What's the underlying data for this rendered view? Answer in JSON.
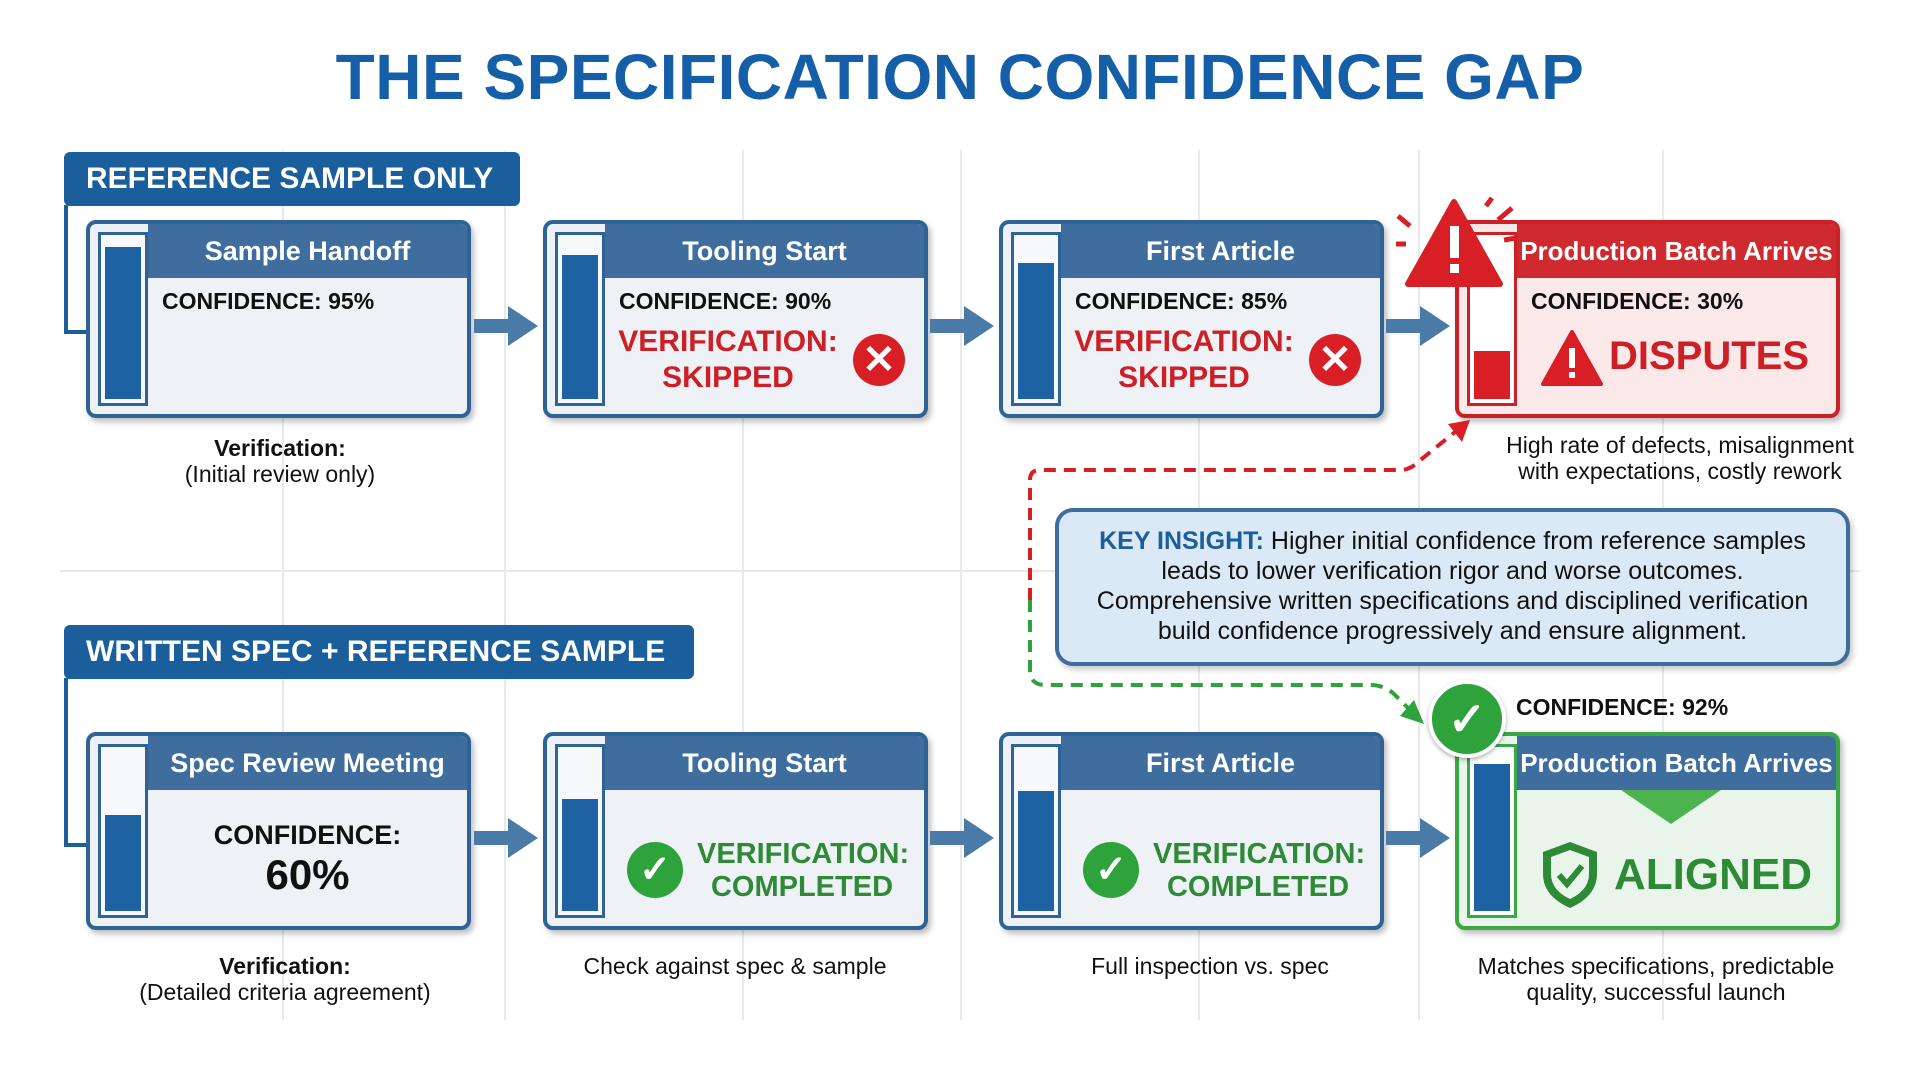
{
  "title": "THE SPECIFICATION CONFIDENCE GAP",
  "colors": {
    "blue": "#1a5e9c",
    "red": "#d81f26",
    "green": "#2ea33b"
  },
  "top_row": {
    "label": "REFERENCE SAMPLE ONLY",
    "cards": [
      {
        "title": "Sample Handoff",
        "confidence": "CONFIDENCE: 95%",
        "confidence_level": 0.95
      },
      {
        "title": "Tooling Start",
        "confidence": "CONFIDENCE: 90%",
        "confidence_level": 0.9,
        "verification_line1": "VERIFICATION:",
        "verification_line2": "SKIPPED"
      },
      {
        "title": "First Article",
        "confidence": "CONFIDENCE: 85%",
        "confidence_level": 0.85,
        "verification_line1": "VERIFICATION:",
        "verification_line2": "SKIPPED"
      },
      {
        "title": "Production Batch Arrives",
        "confidence": "CONFIDENCE: 30%",
        "confidence_level": 0.3,
        "outcome": "DISPUTES"
      }
    ],
    "caption_first_bold": "Verification:",
    "caption_first": "(Initial review only)",
    "caption_last_line1": "High rate of defects, misalignment",
    "caption_last_line2": "with expectations, costly rework"
  },
  "insight": {
    "label": "KEY INSIGHT:",
    "line1": "Higher initial confidence from reference samples",
    "line2": "leads to lower verification rigor and worse outcomes.",
    "line3": "Comprehensive written specifications and disciplined verification",
    "line4": "build confidence progressively and ensure alignment."
  },
  "bottom_row": {
    "label": "WRITTEN SPEC + REFERENCE SAMPLE",
    "cards": [
      {
        "title": "Spec Review Meeting",
        "confidence_label": "CONFIDENCE:",
        "confidence_value": "60%",
        "confidence_level": 0.6
      },
      {
        "title": "Tooling Start",
        "confidence_level": 0.7,
        "verification_line1": "VERIFICATION:",
        "verification_line2": "COMPLETED"
      },
      {
        "title": "First Article",
        "confidence_level": 0.75,
        "verification_line1": "VERIFICATION:",
        "verification_line2": "COMPLETED"
      },
      {
        "title": "Production Batch Arrives",
        "confidence": "CONFIDENCE: 92%",
        "confidence_level": 0.92,
        "outcome": "ALIGNED"
      }
    ],
    "caption_first_bold": "Verification:",
    "caption_first": "(Detailed criteria agreement)",
    "caption_second": "Check against spec & sample",
    "caption_third": "Full inspection vs. spec",
    "caption_last_line1": "Matches specifications, predictable",
    "caption_last_line2": "quality, successful launch"
  }
}
